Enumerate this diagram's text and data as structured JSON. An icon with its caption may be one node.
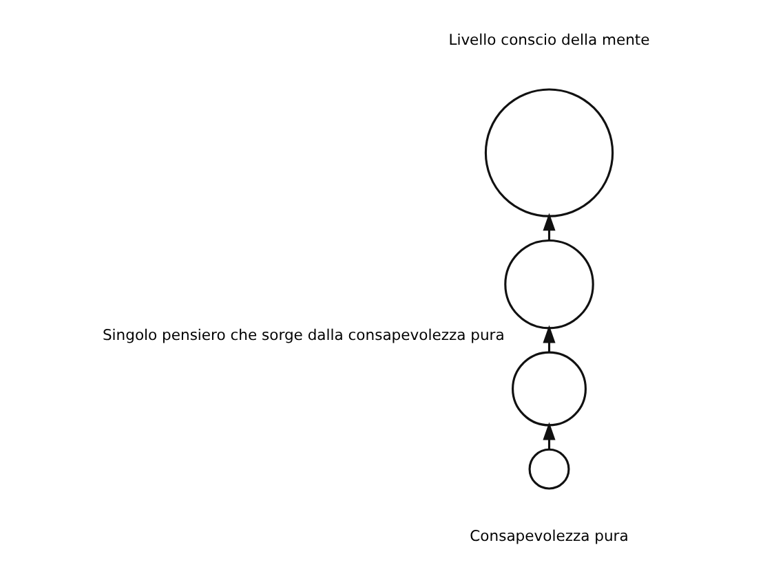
{
  "diagram": {
    "nodes": [
      {
        "text": [],
        "shape": "circle"
      },
      {
        "text": [],
        "shape": "circle",
        "beside": [
          "Singolo pensiero che sorge dalla consapevolezza pura"
        ]
      },
      {
        "text": [],
        "shape": "circle"
      },
      {
        "text": [],
        "shape": "circle"
      }
    ],
    "edges": [
      {
        "from": 1,
        "to": 0,
        "arrow": "to"
      },
      {
        "from": 2,
        "to": 1,
        "arrow": "to"
      },
      {
        "from": 3,
        "to": 2,
        "arrow": "to"
      }
    ],
    "labels": [
      "Livello conscio della mente",
      "Consapevolezza pura"
    ]
  }
}
